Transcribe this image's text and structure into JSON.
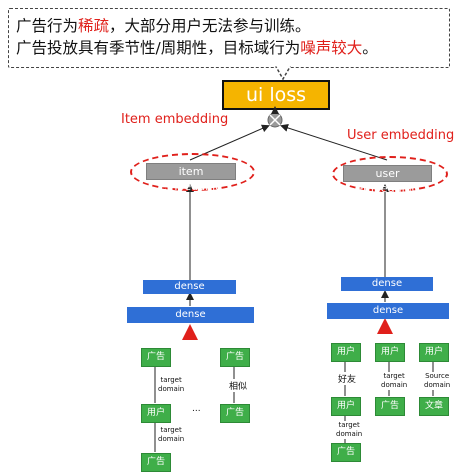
{
  "callout": {
    "line1_parts": [
      "广告行为",
      "稀疏",
      "，大部分用户无法参与训练。"
    ],
    "line2_parts": [
      "广告投放具有季节性/周期性，目标域行为",
      "噪声较大",
      "。"
    ]
  },
  "loss_label": "ui loss",
  "labels": {
    "item_embedding_title": "Item embedding",
    "user_embedding_title": "User embedding",
    "item_embedding_box": "item embedding",
    "user_embedding_box": "user embedding"
  },
  "dense_label": "dense",
  "left_nodes": {
    "ad": "广告",
    "user": "用户",
    "similar": "相似",
    "ellipsis": "...",
    "edge": "target\ndomain"
  },
  "right_nodes": {
    "user": "用户",
    "ad": "广告",
    "article": "文章",
    "friend": "好友",
    "target_domain": "target\ndomain",
    "source_domain": "Source\ndomain"
  },
  "colors": {
    "red": "#e0201b",
    "loss_fill": "#f5b400",
    "dense_blue": "#2f6fd6",
    "node_green": "#3fae49",
    "gray": "#9b9b9b"
  }
}
